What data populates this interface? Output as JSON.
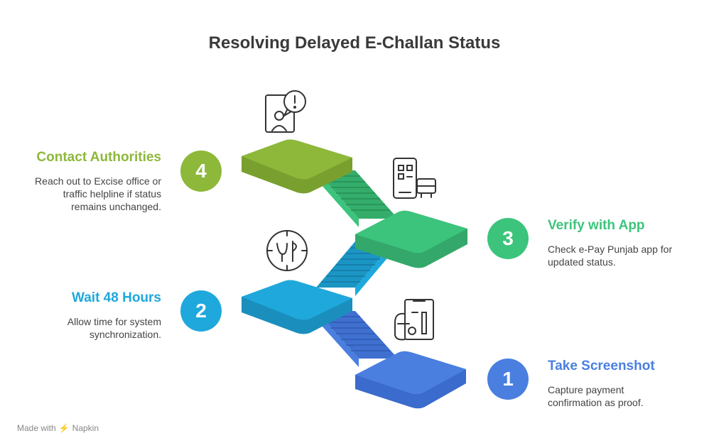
{
  "title": "Resolving Delayed E-Challan Status",
  "steps": [
    {
      "number": "1",
      "title": "Take Screenshot",
      "desc": "Capture payment confirmation as proof.",
      "color": "#4a7fe0",
      "icon": "receipt-hand-icon"
    },
    {
      "number": "2",
      "title": "Wait 48 Hours",
      "desc": "Allow time for system synchronization.",
      "color": "#1fa8dc",
      "icon": "clock-icon"
    },
    {
      "number": "3",
      "title": "Verify with App",
      "desc": "Check e-Pay Punjab app for updated status.",
      "color": "#3cc47c",
      "icon": "phone-qr-icon"
    },
    {
      "number": "4",
      "title": "Contact Authorities",
      "desc": "Reach out to Excise office or traffic helpline if status remains unchanged.",
      "color": "#8db83a",
      "icon": "phone-alert-icon"
    }
  ],
  "footer": {
    "text": "Made with",
    "brand": "Napkin",
    "icon": "napkin-logo-icon"
  }
}
